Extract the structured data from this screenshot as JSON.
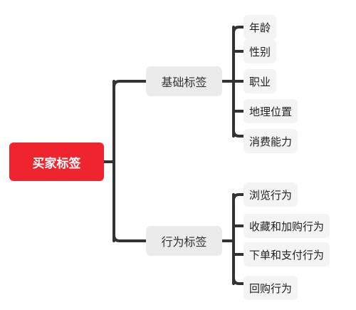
{
  "colors": {
    "root_fill": "#f0242f",
    "root_text": "#ffffff",
    "branch_fill": "#ebebeb",
    "leaf_fill": "#f4f4f4",
    "connector": "#333333"
  },
  "root": {
    "label": "买家标签"
  },
  "branches": [
    {
      "label": "基础标签",
      "children": [
        "年龄",
        "性别",
        "职业",
        "地理位置",
        "消费能力"
      ]
    },
    {
      "label": "行为标签",
      "children": [
        "浏览行为",
        "收藏和加购行为",
        "下单和支付行为",
        "回购行为"
      ]
    }
  ]
}
